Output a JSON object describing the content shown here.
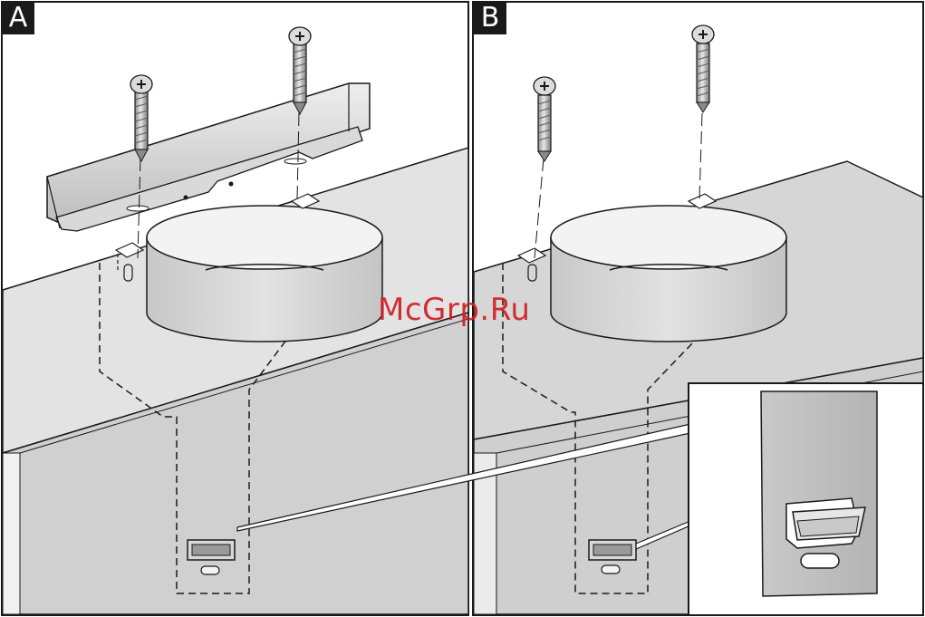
{
  "panels": [
    {
      "label": "A"
    },
    {
      "label": "B"
    }
  ],
  "watermark": "McGrp.Ru",
  "colors": {
    "outline": "#1a1a1a",
    "wall_light": "#e6e6e6",
    "wall_mid": "#cfcfcf",
    "wall_dark": "#bdbdbd",
    "watermark": "#d01f25"
  }
}
